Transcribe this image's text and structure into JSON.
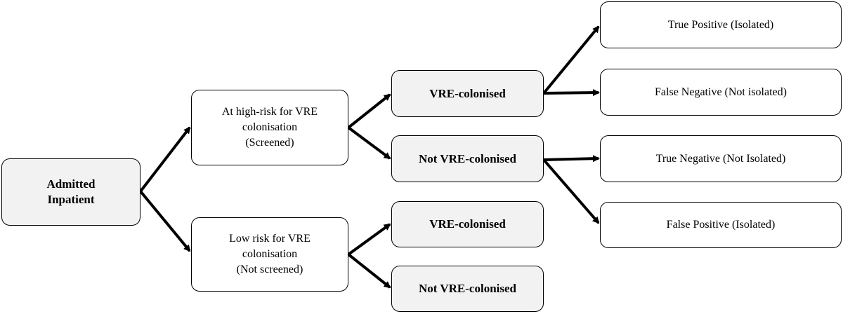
{
  "nodes": {
    "admitted": "Admitted\nInpatient",
    "high_risk": "At high-risk for VRE\ncolonisation\n(Screened)",
    "low_risk": "Low risk for VRE\ncolonisation\n(Not screened)",
    "vre_col_high": "VRE-colonised",
    "not_vre_high": "Not VRE-colonised",
    "vre_col_low": "VRE-colonised",
    "not_vre_low": "Not VRE-colonised",
    "true_positive": "True Positive (Isolated)",
    "false_negative": "False Negative (Not isolated)",
    "true_negative": "True Negative (Not Isolated)",
    "false_positive": "False Positive (Isolated)"
  },
  "colors": {
    "line": "#000000",
    "shaded_fill": "#f2f2f2",
    "plain_fill": "#ffffff"
  }
}
